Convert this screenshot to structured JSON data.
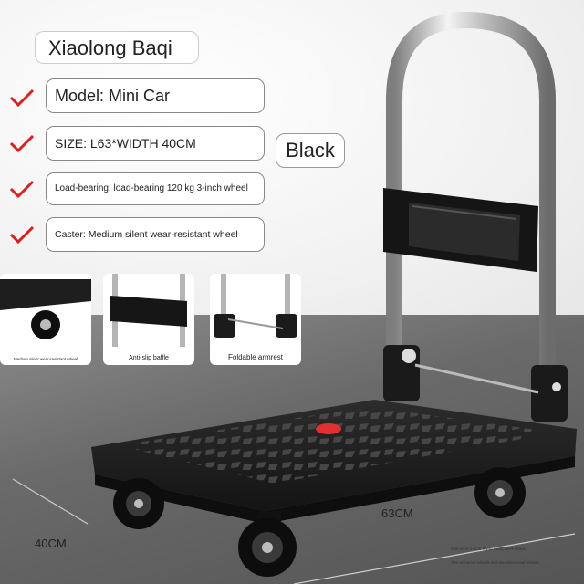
{
  "brand_title": "Xiaolong Baqi",
  "specs": [
    {
      "label": "Model: Mini Car"
    },
    {
      "label": "SIZE: L63*WIDTH 40CM"
    },
    {
      "label": "Load-bearing: load-bearing 120 kg 3-inch wheel"
    },
    {
      "label": "Caster: Medium silent wear-resistant wheel"
    }
  ],
  "color_badge": "Black",
  "thumbnails": [
    {
      "caption": "Medium silent wear-resistant wheel",
      "icon": "caster-wheel-icon"
    },
    {
      "caption": "Anti-slip baffle",
      "icon": "baffle-icon"
    },
    {
      "caption": "Foldable armrest",
      "icon": "folding-hinge-icon"
    }
  ],
  "dimensions": {
    "length": "63CM",
    "width": "40CM"
  },
  "footnotes": [
    "Size error 1-3cm If you mind, don't shoot.",
    "Two universal wheels and two directional wheels"
  ],
  "colors": {
    "check": "#d9201f",
    "handle_silver": "#c9c9c9",
    "deck": "#1e1e1e",
    "red_dot": "#e03030"
  }
}
